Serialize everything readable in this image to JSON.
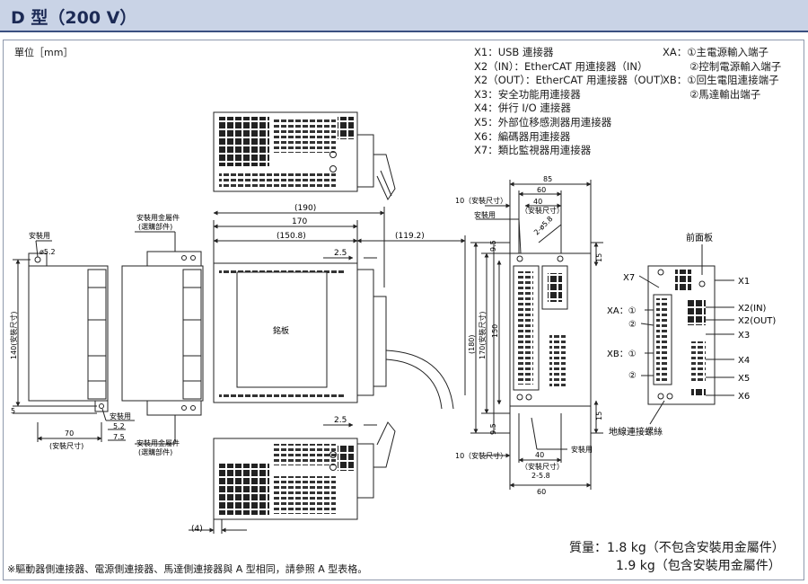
{
  "header": {
    "title": "D 型（200 V）"
  },
  "unit_label": "單位［mm］",
  "legend": {
    "connectors": [
      "X1：USB 連接器",
      "X2（IN）：EtherCAT 用連接器（IN）",
      "X2（OUT）：EtherCAT 用連接器（OUT）",
      "X3：安全功能用連接器",
      "X4：併行 I/O 連接器",
      "X5：外部位移感測器用連接器",
      "X6：編碼器用連接器",
      "X7：類比監視器用連接器"
    ],
    "terminals": [
      "XA：①主電源輸入端子",
      "②控制電源輸入端子",
      "XB：①回生電阻連接端子",
      "②馬達輸出端子"
    ]
  },
  "side": {
    "mount_hole": "安裝用",
    "dia": "ø5.2",
    "height_dim": "140(安裝尺寸)",
    "dim_5": "5",
    "width_dim": "70",
    "width_note": "(安裝尺寸)",
    "bracket_top": "安裝用金屬件",
    "bracket_top_note": "(選購部件)",
    "bracket_bottom": "安裝用金屬件",
    "bracket_bottom_note": "(選購部件)",
    "mount_hole_bottom": "安裝用",
    "dim_52": "5.2",
    "dim_75": "7.5"
  },
  "front": {
    "dim_190": "(190)",
    "dim_170": "170",
    "dim_1508": "(150.8)",
    "dim_1192": "(119.2)",
    "dim_25_top": "2.5",
    "dim_25_bottom": "2.5",
    "nameplate": "銘板",
    "dim_4": "(4)"
  },
  "rear": {
    "dim_85": "85",
    "dim_60_top": "60",
    "dim_10_top": "10（安裝尺寸）",
    "dim_40_top": "40",
    "mount_note_top": "（安裝尺寸）",
    "mount_hole_top": "安裝用",
    "dia_58": "2-ø5.8",
    "dim_95_top": "9.5",
    "dim_15_top": "15",
    "dim_180": "(180)",
    "dim_170_mount": "170(安裝尺寸)",
    "dim_150": "150",
    "dim_95_bottom": "9.5",
    "dim_15_bottom": "15",
    "dim_10_bottom": "10（安裝尺寸）",
    "mount_hole_bottom": "安裝用",
    "dim_40_bottom": "40",
    "mount_note_bottom": "（安裝尺寸）",
    "slot_58": "2-5.8",
    "dim_60_bottom": "60"
  },
  "panel": {
    "title": "前面板",
    "x7": "X7",
    "xa": "XA：①",
    "xa2": "②",
    "xb": "XB：①",
    "xb2": "②",
    "x1": "X1",
    "x2in": "X2(IN)",
    "x2out": "X2(OUT)",
    "x3": "X3",
    "x4": "X4",
    "x5": "X5",
    "x6": "X6",
    "ground": "地線連接螺絲"
  },
  "footnote": "※驅動器側連接器、電源側連接器、馬達側連接器與 A 型相同，請參照 A 型表格。",
  "mass": {
    "line1": "質量：1.8 kg（不包含安裝用金屬件）",
    "line2": "1.9 kg（包含安裝用金屬件）"
  }
}
